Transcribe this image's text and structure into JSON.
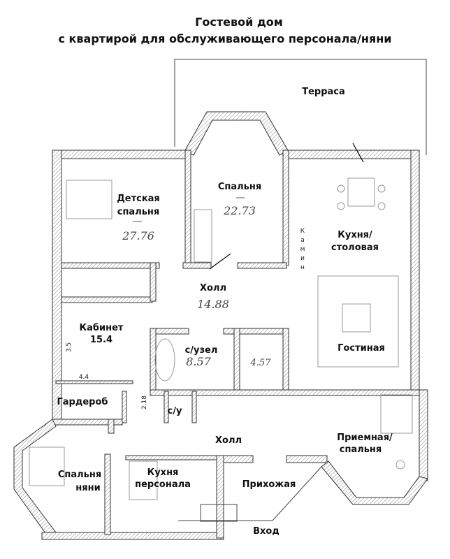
{
  "title": {
    "line1": "Гостевой дом",
    "line2": "с квартирой для обслуживающего персонала/няни"
  },
  "rooms": {
    "terrace": "Терраса",
    "kids_bedroom": {
      "label1": "Детская",
      "label2": "спальня",
      "area": "27.76"
    },
    "bedroom": {
      "label": "Спальня",
      "area": "22.73"
    },
    "fireplace": [
      "К",
      "а",
      "м",
      "и",
      "н"
    ],
    "kitchen_dining": {
      "label1": "Кухня/",
      "label2": "столовая"
    },
    "hall_upper": {
      "label": "Холл",
      "area": "14.88"
    },
    "study": {
      "label": "Кабинет",
      "area": "15.4"
    },
    "bathroom": {
      "label": "с/узел",
      "area": "8.57"
    },
    "small_bath_area": "4.57",
    "living": "Гостиная",
    "wardrobe": "Гардероб",
    "wc": "с/у",
    "hall_lower": "Холл",
    "reception": {
      "label1": "Приемная/",
      "label2": "спальня"
    },
    "nanny_bedroom": {
      "label1": "Спальня",
      "label2": "няни"
    },
    "staff_kitchen": {
      "label1": "Кухня",
      "label2": "персонала"
    },
    "entrance_hall": "Прихожая",
    "entrance": "Вход"
  },
  "dimensions": {
    "d1": "3.5",
    "d2": "4.4",
    "d3": "2.18"
  }
}
